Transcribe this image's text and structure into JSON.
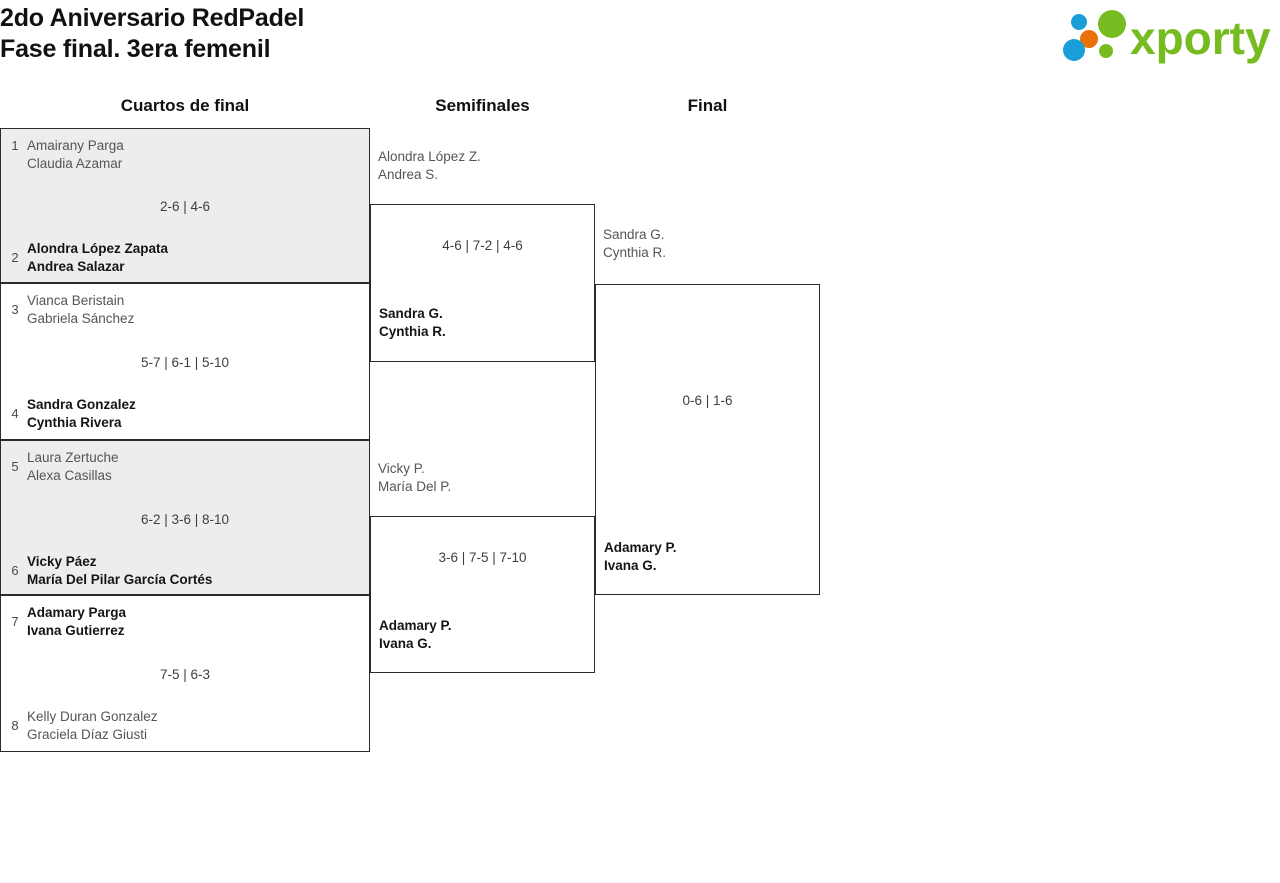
{
  "header": {
    "title_line_1": "2do Aniversario RedPadel",
    "title_line_2": "Fase final. 3era femenil",
    "logo_text": "xporty",
    "logo_colors": {
      "green": "#76bc21",
      "blue": "#1a9ed9",
      "orange": "#e8710a"
    }
  },
  "rounds": [
    {
      "label": "Cuartos de final"
    },
    {
      "label": "Semifinales"
    },
    {
      "label": "Final"
    }
  ],
  "quarterfinals": [
    {
      "top": {
        "seed": "1",
        "player1": "Amairany Parga",
        "player2": "Claudia Azamar",
        "winner": false
      },
      "score": "2-6 | 4-6",
      "bottom": {
        "seed": "2",
        "player1": "Alondra López Zapata",
        "player2": "Andrea Salazar",
        "winner": true
      },
      "shaded": true
    },
    {
      "top": {
        "seed": "3",
        "player1": "Vianca Beristain",
        "player2": "Gabriela Sánchez",
        "winner": false
      },
      "score": "5-7 | 6-1 | 5-10",
      "bottom": {
        "seed": "4",
        "player1": "Sandra Gonzalez",
        "player2": "Cynthia Rivera",
        "winner": true
      },
      "shaded": false
    },
    {
      "top": {
        "seed": "5",
        "player1": "Laura Zertuche",
        "player2": "Alexa Casillas",
        "winner": false
      },
      "score": "6-2 | 3-6 | 8-10",
      "bottom": {
        "seed": "6",
        "player1": "Vicky Páez",
        "player2": "María Del Pilar García Cortés",
        "winner": true
      },
      "shaded": true
    },
    {
      "top": {
        "seed": "7",
        "player1": "Adamary Parga",
        "player2": "Ivana Gutierrez",
        "winner": true
      },
      "score": "7-5 | 6-3",
      "bottom": {
        "seed": "8",
        "player1": "Kelly Duran Gonzalez",
        "player2": "Graciela Díaz Giusti",
        "winner": false
      },
      "shaded": false
    }
  ],
  "semifinals": [
    {
      "top": {
        "player1": "Alondra López Z.",
        "player2": "Andrea S.",
        "winner": false
      },
      "score": "4-6 | 7-2 | 4-6",
      "bottom": {
        "player1": "Sandra G.",
        "player2": "Cynthia R.",
        "winner": true
      }
    },
    {
      "top": {
        "player1": "Vicky P.",
        "player2": "María Del P.",
        "winner": false
      },
      "score": "3-6 | 7-5 | 7-10",
      "bottom": {
        "player1": "Adamary P.",
        "player2": "Ivana G.",
        "winner": true
      }
    }
  ],
  "final": {
    "top": {
      "player1": "Sandra G.",
      "player2": "Cynthia R.",
      "winner": false
    },
    "score": "0-6 | 1-6",
    "bottom": {
      "player1": "Adamary P.",
      "player2": "Ivana G.",
      "winner": true
    }
  }
}
